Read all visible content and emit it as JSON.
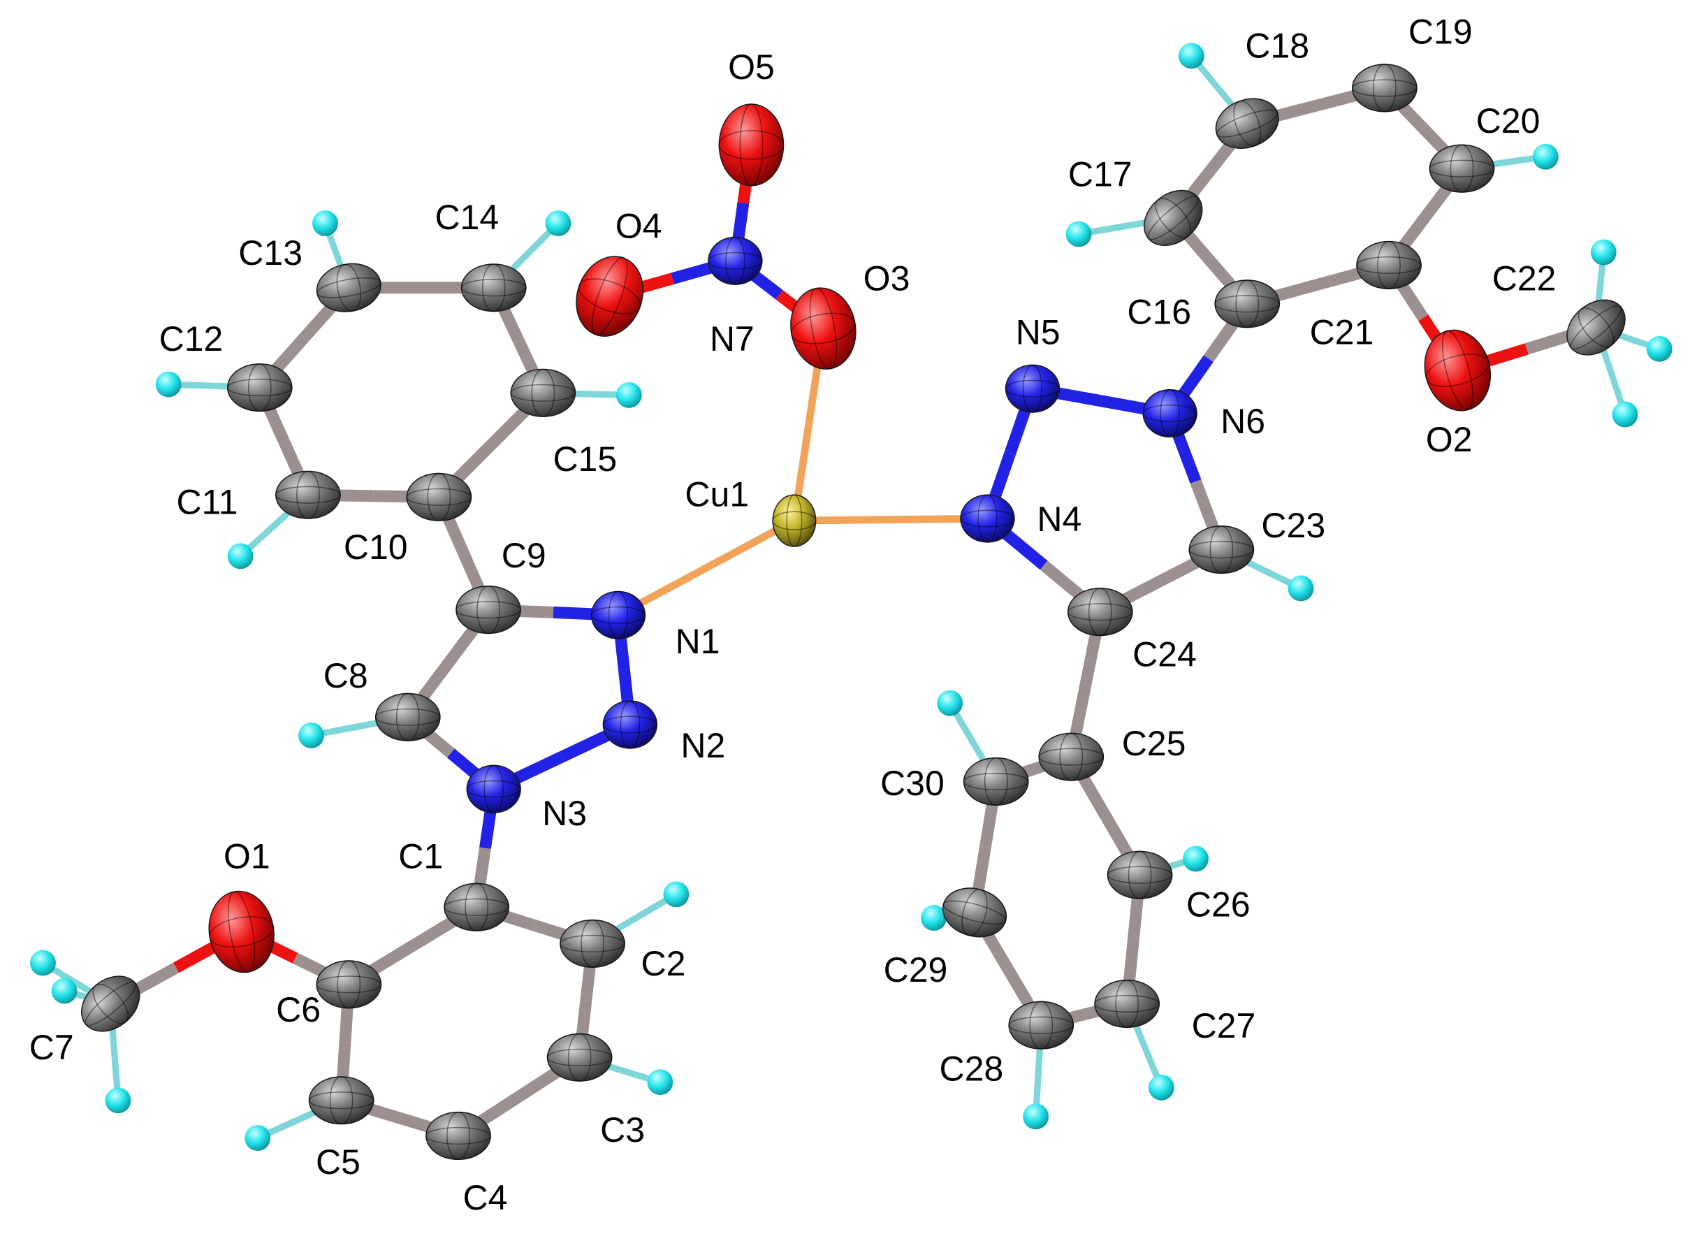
{
  "colors": {
    "C": "#6e6e6e",
    "H": "#22e3ea",
    "N": "#2222e6",
    "O": "#ee1111",
    "Cu": "#c2b42a",
    "bond": "#9c8f8f",
    "coord_bond": "#f2a35a"
  },
  "atoms": [
    {
      "id": "Cu1",
      "el": "Cu",
      "label": "Cu1"
    },
    {
      "id": "O3",
      "el": "O",
      "label": "O3"
    },
    {
      "id": "O4",
      "el": "O",
      "label": "O4"
    },
    {
      "id": "O5",
      "el": "O",
      "label": "O5"
    },
    {
      "id": "N7",
      "el": "N",
      "label": "N7"
    },
    {
      "id": "N1",
      "el": "N",
      "label": "N1"
    },
    {
      "id": "N2",
      "el": "N",
      "label": "N2"
    },
    {
      "id": "N3",
      "el": "N",
      "label": "N3"
    },
    {
      "id": "C8",
      "el": "C",
      "label": "C8"
    },
    {
      "id": "C9",
      "el": "C",
      "label": "C9"
    },
    {
      "id": "C10",
      "el": "C",
      "label": "C10"
    },
    {
      "id": "C11",
      "el": "C",
      "label": "C11"
    },
    {
      "id": "C12",
      "el": "C",
      "label": "C12"
    },
    {
      "id": "C13",
      "el": "C",
      "label": "C13"
    },
    {
      "id": "C14",
      "el": "C",
      "label": "C14"
    },
    {
      "id": "C15",
      "el": "C",
      "label": "C15"
    },
    {
      "id": "C1",
      "el": "C",
      "label": "C1"
    },
    {
      "id": "C2",
      "el": "C",
      "label": "C2"
    },
    {
      "id": "C3",
      "el": "C",
      "label": "C3"
    },
    {
      "id": "C4",
      "el": "C",
      "label": "C4"
    },
    {
      "id": "C5",
      "el": "C",
      "label": "C5"
    },
    {
      "id": "C6",
      "el": "C",
      "label": "C6"
    },
    {
      "id": "O1",
      "el": "O",
      "label": "O1"
    },
    {
      "id": "C7",
      "el": "C",
      "label": "C7"
    },
    {
      "id": "N4",
      "el": "N",
      "label": "N4"
    },
    {
      "id": "N5",
      "el": "N",
      "label": "N5"
    },
    {
      "id": "N6",
      "el": "N",
      "label": "N6"
    },
    {
      "id": "C23",
      "el": "C",
      "label": "C23"
    },
    {
      "id": "C24",
      "el": "C",
      "label": "C24"
    },
    {
      "id": "C16",
      "el": "C",
      "label": "C16"
    },
    {
      "id": "C17",
      "el": "C",
      "label": "C17"
    },
    {
      "id": "C18",
      "el": "C",
      "label": "C18"
    },
    {
      "id": "C19",
      "el": "C",
      "label": "C19"
    },
    {
      "id": "C20",
      "el": "C",
      "label": "C20"
    },
    {
      "id": "C21",
      "el": "C",
      "label": "C21"
    },
    {
      "id": "O2",
      "el": "O",
      "label": "O2"
    },
    {
      "id": "C22",
      "el": "C",
      "label": "C22"
    },
    {
      "id": "C25",
      "el": "C",
      "label": "C25"
    },
    {
      "id": "C26",
      "el": "C",
      "label": "C26"
    },
    {
      "id": "C27",
      "el": "C",
      "label": "C27"
    },
    {
      "id": "C28",
      "el": "C",
      "label": "C28"
    },
    {
      "id": "C29",
      "el": "C",
      "label": "C29"
    },
    {
      "id": "C30",
      "el": "C",
      "label": "C30"
    }
  ],
  "bonds": [
    [
      "Cu1",
      "O3"
    ],
    [
      "Cu1",
      "N1"
    ],
    [
      "Cu1",
      "N4"
    ],
    [
      "O3",
      "N7"
    ],
    [
      "N7",
      "O4"
    ],
    [
      "N7",
      "O5"
    ],
    [
      "N1",
      "N2"
    ],
    [
      "N2",
      "N3"
    ],
    [
      "N3",
      "C8"
    ],
    [
      "C8",
      "C9"
    ],
    [
      "C9",
      "N1"
    ],
    [
      "C9",
      "C10"
    ],
    [
      "C10",
      "C11"
    ],
    [
      "C11",
      "C12"
    ],
    [
      "C12",
      "C13"
    ],
    [
      "C13",
      "C14"
    ],
    [
      "C14",
      "C15"
    ],
    [
      "C15",
      "C10"
    ],
    [
      "N3",
      "C1"
    ],
    [
      "C1",
      "C2"
    ],
    [
      "C2",
      "C3"
    ],
    [
      "C3",
      "C4"
    ],
    [
      "C4",
      "C5"
    ],
    [
      "C5",
      "C6"
    ],
    [
      "C6",
      "C1"
    ],
    [
      "C6",
      "O1"
    ],
    [
      "O1",
      "C7"
    ],
    [
      "N4",
      "N5"
    ],
    [
      "N5",
      "N6"
    ],
    [
      "N6",
      "C23"
    ],
    [
      "C23",
      "C24"
    ],
    [
      "C24",
      "N4"
    ],
    [
      "N6",
      "C16"
    ],
    [
      "C16",
      "C17"
    ],
    [
      "C17",
      "C18"
    ],
    [
      "C18",
      "C19"
    ],
    [
      "C19",
      "C20"
    ],
    [
      "C20",
      "C21"
    ],
    [
      "C21",
      "C16"
    ],
    [
      "C21",
      "O2"
    ],
    [
      "O2",
      "C22"
    ],
    [
      "C24",
      "C25"
    ],
    [
      "C25",
      "C26"
    ],
    [
      "C26",
      "C27"
    ],
    [
      "C27",
      "C28"
    ],
    [
      "C28",
      "C29"
    ],
    [
      "C29",
      "C30"
    ],
    [
      "C30",
      "C25"
    ]
  ]
}
